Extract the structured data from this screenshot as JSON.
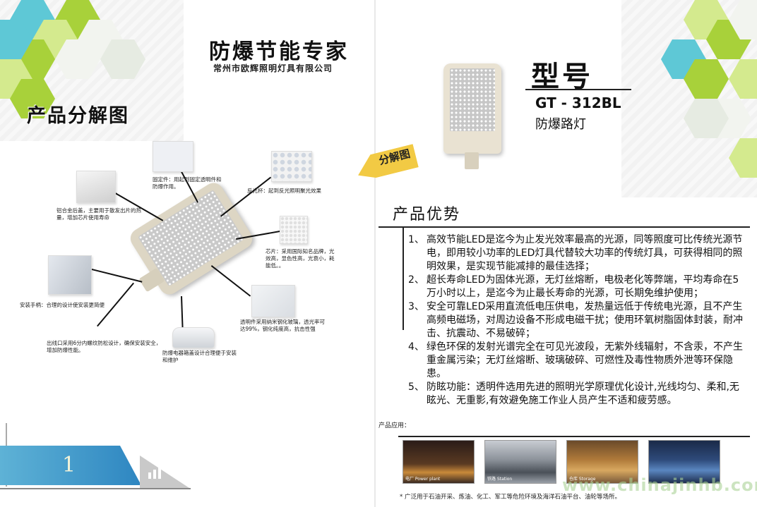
{
  "header": {
    "title": "防爆节能专家",
    "company": "常州市欧辉照明灯具有限公司"
  },
  "exploded": {
    "title": "产品分解图",
    "parts": [
      {
        "caption": "固定件：用起到固定透明件和防爆作用。"
      },
      {
        "caption": "反光杯：起到反光照明聚光效果"
      },
      {
        "caption": "铝合金后盖，主要用于散发出片的热量，增加芯片使用寿命"
      },
      {
        "caption": "芯片：采用国际知名品牌，光效高，显色性高，光衰小，耗能低。。"
      },
      {
        "caption": "安装手柄：合理的设计使安装更简便"
      },
      {
        "caption": "透明件采用纳米钢化玻璃，透光率可达99%，钢化纯度高，抗击性强"
      },
      {
        "caption": "出线口采用6分内螺纹防松设计，确保安装安全，增加防爆性能。"
      },
      {
        "caption": "防爆电器箱盖设计合理便于安装和维护"
      }
    ]
  },
  "page_number": "1",
  "model": {
    "label": "型号",
    "code": "GT - 312BL",
    "name": "防爆路灯"
  },
  "arrow_badge": "分解图",
  "advantages": {
    "title": "产品优势",
    "items": [
      {
        "num": "1、",
        "text": "高效节能LED是迄今为止发光效率最高的光源，同等照度可比传统光源节电，即用较小功率的LED灯具代替较大功率的传统灯具，可获得相同的照明效果，是实现节能减排的最佳选择；"
      },
      {
        "num": "2、",
        "text": "超长寿命LED为固体光源，无灯丝熔断，电极老化等弊端，平均寿命在5万小时以上，是迄今为止最长寿命的光源，可长期免维护使用；"
      },
      {
        "num": "3、",
        "text": "安全可靠LED采用直流低电压供电，发热量远低于传统电光源，且不产生高频电磁场，对周边设备不形成电磁干扰；使用环氧树脂固体封装，耐冲击、抗震动、不易破碎；"
      },
      {
        "num": "4、",
        "text": "绿色环保的发射光谱完全在可见光波段，无紫外线辐射，不含汞，不产生重金属污染；无灯丝熔断、玻璃破碎、可燃性及毒性物质外泄等环保隐患。"
      },
      {
        "num": "5、",
        "text": "防眩功能：透明件选用先进的照明光学原理优化设计,光线均匀、柔和,无眩光、无重影,有效避免施工作业人员产生不适和疲劳感。"
      }
    ]
  },
  "applications": {
    "label": "产品应用：",
    "photos": [
      {
        "caption": "电厂 Power plant"
      },
      {
        "caption": "铁路 Station"
      },
      {
        "caption": "仓库 Storage"
      },
      {
        "caption": ""
      }
    ],
    "note": "* 广泛用于石油开采、炼油、化工、军工等危险环境及海洋石油平台、油轮等场所。"
  },
  "watermark": "www.chinajinhb.com",
  "colors": {
    "accent_green": "#a8d13a",
    "accent_teal": "#5ec8d6",
    "badge_yellow": "#f2ca44",
    "page_band_blue": "#2e86c1"
  }
}
